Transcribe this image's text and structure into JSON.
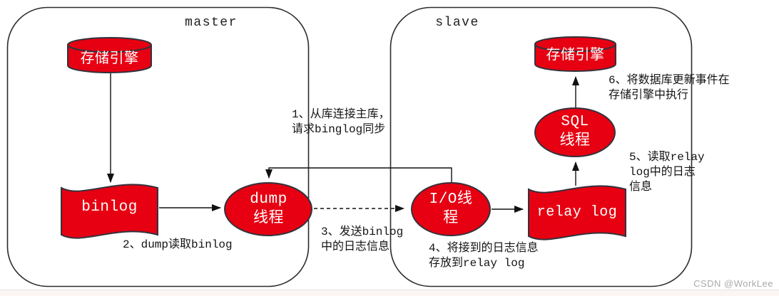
{
  "master_box": {
    "label": "master",
    "storage_engine": "存储引擎",
    "binlog": "binlog",
    "dump_thread": "dump\n线程"
  },
  "slave_box": {
    "label": "slave",
    "io_thread": "I/O线\n程",
    "relay_log": "relay log",
    "sql_thread": "SQL\n线程",
    "storage_engine": "存储引擎"
  },
  "annotations": {
    "step1": "1、从库连接主库，\n请求binglog同步",
    "step2": "2、dump读取binlog",
    "step3": "3、发送binlog\n中的日志信息",
    "step4": "4、将接到的日志信息\n存放到relay log",
    "step5": "5、读取relay\nlog中的日志\n信息",
    "step6": "6、将数据库更新事件在\n存储引擎中执行"
  },
  "watermark": "CSDN @WorkLee",
  "colors": {
    "node_fill": "#e60012",
    "node_stroke": "#33333d",
    "box_stroke": "#2b2b2b",
    "arrow_color": "#111111",
    "annotation_text": "#141414",
    "node_text": "#ffffff",
    "watermark_text": "#aaaaaa",
    "bottom_strip": "#fbf5f4"
  }
}
